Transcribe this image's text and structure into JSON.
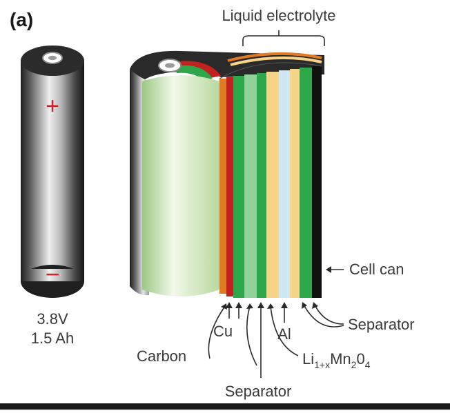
{
  "panel_label": "(a)",
  "battery": {
    "plus_symbol": "+",
    "minus_symbol": "−",
    "voltage": "3.8V",
    "capacity": "1.5 Ah"
  },
  "labels": {
    "liquid_electrolyte": "Liquid electrolyte",
    "cell_can": "Cell can",
    "separator_right": "Separator",
    "separator_bottom": "Separator",
    "cu": "Cu",
    "al": "Al",
    "carbon": "Carbon",
    "cathode_li": "Li",
    "cathode_sub": "1+x",
    "cathode_mn": "Mn",
    "cathode_mn_sub": "2",
    "cathode_o": "0",
    "cathode_o_sub": "4"
  },
  "colors": {
    "copper": "#e07a24",
    "carbon_red": "#c0231f",
    "green": "#2ea64a",
    "yellow": "#f6d48a",
    "light_blue": "#cfe7f2",
    "black": "#111111",
    "core_green": "#d9eec6"
  }
}
